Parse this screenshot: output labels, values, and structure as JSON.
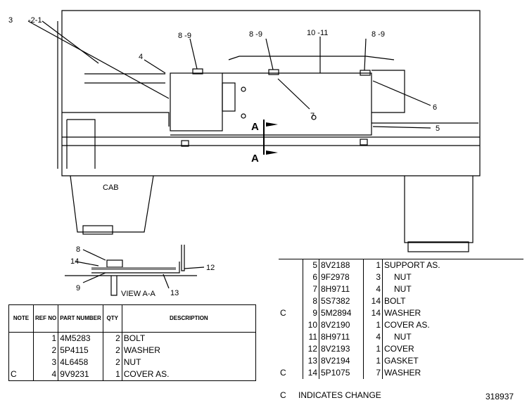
{
  "callouts": {
    "c3": "3",
    "c2_1": "-2-1",
    "c4": "4",
    "c8_9a": "8 -9",
    "c8_9b": "8 -9",
    "c10_11": "10 -11",
    "c8_9c": "8 -9",
    "c6": "6",
    "c7": "7",
    "c5": "5",
    "secA_top": "A",
    "secA_bot": "A",
    "cab": "CAB",
    "v8": "8",
    "v14": "14",
    "v9": "9",
    "v12": "12",
    "v13": "13",
    "view": "VIEW A-A"
  },
  "table1": {
    "headers": {
      "note": "NOTE",
      "ref": "REF NO",
      "part": "PART NUMBER",
      "qty": "QTY",
      "desc": "DESCRIPTION"
    },
    "rows": [
      {
        "note": "",
        "ref": "1",
        "part": "4M5283",
        "qty": "2",
        "desc": "BOLT"
      },
      {
        "note": "",
        "ref": "2",
        "part": "5P4115",
        "qty": "2",
        "desc": "WASHER"
      },
      {
        "note": "",
        "ref": "3",
        "part": "4L6458",
        "qty": "2",
        "desc": "NUT"
      },
      {
        "note": "C",
        "ref": "4",
        "part": "9V9231",
        "qty": "1",
        "desc": "COVER AS."
      }
    ]
  },
  "table2": {
    "rows": [
      {
        "note": "",
        "ref": "5",
        "part": "8V2188",
        "qty": "1",
        "desc": "SUPPORT AS."
      },
      {
        "note": "",
        "ref": "6",
        "part": "9F2978",
        "qty": "3",
        "desc": "NUT"
      },
      {
        "note": "",
        "ref": "7",
        "part": "8H9711",
        "qty": "4",
        "desc": "NUT"
      },
      {
        "note": "",
        "ref": "8",
        "part": "5S7382",
        "qty": "14",
        "desc": "BOLT"
      },
      {
        "note": "C",
        "ref": "9",
        "part": "5M2894",
        "qty": "14",
        "desc": "WASHER"
      },
      {
        "note": "",
        "ref": "10",
        "part": "8V2190",
        "qty": "1",
        "desc": "COVER AS."
      },
      {
        "note": "",
        "ref": "11",
        "part": "8H9711",
        "qty": "4",
        "desc": "NUT"
      },
      {
        "note": "",
        "ref": "12",
        "part": "8V2193",
        "qty": "1",
        "desc": "COVER"
      },
      {
        "note": "",
        "ref": "13",
        "part": "8V2194",
        "qty": "1",
        "desc": "GASKET"
      },
      {
        "note": "C",
        "ref": "14",
        "part": "5P1075",
        "qty": "7",
        "desc": "WASHER"
      }
    ]
  },
  "footer": {
    "legend_mark": "C",
    "legend_text": "INDICATES CHANGE",
    "drawing_no": "318937"
  }
}
